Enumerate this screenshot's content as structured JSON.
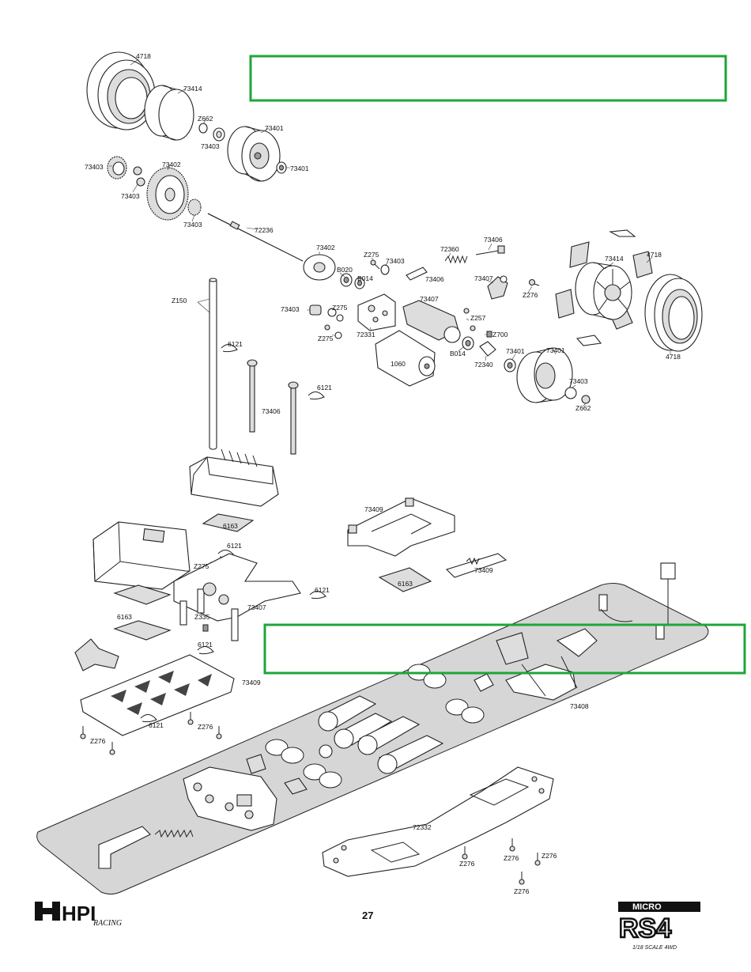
{
  "page": {
    "number": "27"
  },
  "logos": {
    "left_brand": "HPI",
    "left_sub": "RACING",
    "right_top": "MICRO",
    "right_main": "RS4",
    "right_sub": "1/18 SCALE 4WD"
  },
  "callouts": [
    {
      "id": "c1",
      "label": "4718"
    },
    {
      "id": "c2",
      "label": "73414"
    },
    {
      "id": "c3",
      "label": "Z662"
    },
    {
      "id": "c4",
      "label": "73403"
    },
    {
      "id": "c5",
      "label": "73401"
    },
    {
      "id": "c6",
      "label": "73401"
    },
    {
      "id": "c7",
      "label": "73403"
    },
    {
      "id": "c8",
      "label": "73402"
    },
    {
      "id": "c9",
      "label": "73403"
    },
    {
      "id": "c10",
      "label": "73403"
    },
    {
      "id": "c11",
      "label": "72236"
    },
    {
      "id": "c12",
      "label": "73402"
    },
    {
      "id": "c13",
      "label": "B020"
    },
    {
      "id": "c14",
      "label": "B014"
    },
    {
      "id": "c15",
      "label": "Z275"
    },
    {
      "id": "c16",
      "label": "73403"
    },
    {
      "id": "c17",
      "label": "72360"
    },
    {
      "id": "c18",
      "label": "73406"
    },
    {
      "id": "c19",
      "label": "73406"
    },
    {
      "id": "c20",
      "label": "73407"
    },
    {
      "id": "c21",
      "label": "Z276"
    },
    {
      "id": "c22",
      "label": "73414"
    },
    {
      "id": "c23",
      "label": "4718"
    },
    {
      "id": "c24",
      "label": "4718"
    },
    {
      "id": "c25",
      "label": "Z150"
    },
    {
      "id": "c26",
      "label": "73403"
    },
    {
      "id": "c27",
      "label": "Z275"
    },
    {
      "id": "c28",
      "label": "Z275"
    },
    {
      "id": "c29",
      "label": "72331"
    },
    {
      "id": "c30",
      "label": "73407"
    },
    {
      "id": "c31",
      "label": "Z257"
    },
    {
      "id": "c32",
      "label": "Z700"
    },
    {
      "id": "c33",
      "label": "B014"
    },
    {
      "id": "c34",
      "label": "72340"
    },
    {
      "id": "c35",
      "label": "73401"
    },
    {
      "id": "c36",
      "label": "73401"
    },
    {
      "id": "c37",
      "label": "73403"
    },
    {
      "id": "c38",
      "label": "Z662"
    },
    {
      "id": "c39",
      "label": "1060"
    },
    {
      "id": "c40",
      "label": "6121"
    },
    {
      "id": "c41",
      "label": "73406"
    },
    {
      "id": "c42",
      "label": "6121"
    },
    {
      "id": "c43",
      "label": "6163"
    },
    {
      "id": "c44",
      "label": "6121"
    },
    {
      "id": "c45",
      "label": "Z275"
    },
    {
      "id": "c46",
      "label": "73409"
    },
    {
      "id": "c47",
      "label": "73409"
    },
    {
      "id": "c48",
      "label": "6163"
    },
    {
      "id": "c49",
      "label": "6121"
    },
    {
      "id": "c50",
      "label": "73407"
    },
    {
      "id": "c51",
      "label": "6163"
    },
    {
      "id": "c52",
      "label": "Z335"
    },
    {
      "id": "c53",
      "label": "6121"
    },
    {
      "id": "c54",
      "label": "73409"
    },
    {
      "id": "c55",
      "label": "6121"
    },
    {
      "id": "c56",
      "label": "Z276"
    },
    {
      "id": "c57",
      "label": "Z276"
    },
    {
      "id": "c58",
      "label": "73408"
    },
    {
      "id": "c59",
      "label": "72332"
    },
    {
      "id": "c60",
      "label": "Z276"
    },
    {
      "id": "c61",
      "label": "Z276"
    },
    {
      "id": "c62",
      "label": "Z276"
    },
    {
      "id": "c63",
      "label": "Z276"
    }
  ]
}
